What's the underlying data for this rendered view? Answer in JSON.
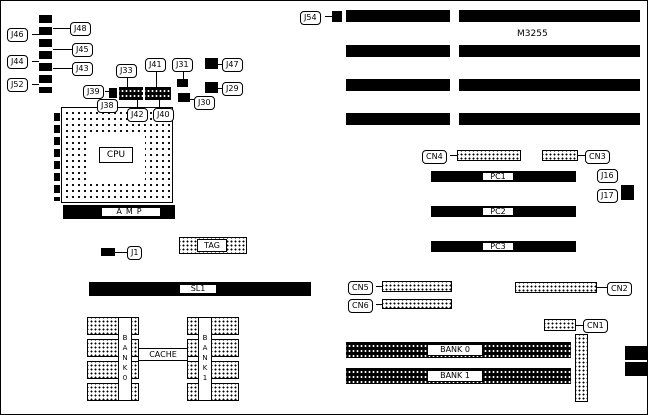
{
  "board": {
    "model": "M3255",
    "ink_color": "#000000",
    "background_color": "#ffffff"
  },
  "jumpers": {
    "j1": "J1",
    "j16": "J16",
    "j17": "J17",
    "j29": "J29",
    "j30": "J30",
    "j31": "J31",
    "j33": "J33",
    "j38": "J38",
    "j39": "J39",
    "j40": "J40",
    "j41": "J41",
    "j42": "J42",
    "j43": "J43",
    "j44": "J44",
    "j45": "J45",
    "j46": "J46",
    "j47": "J47",
    "j48": "J48",
    "j52": "J52",
    "j54": "J54"
  },
  "connectors": {
    "cn1": "CN1",
    "cn2": "CN2",
    "cn3": "CN3",
    "cn4": "CN4",
    "cn5": "CN5",
    "cn6": "CN6"
  },
  "slots": {
    "pc1": "PC1",
    "pc2": "PC2",
    "pc3": "PC3",
    "sl1": "SL1",
    "bank0": "BANK 0",
    "bank1": "BANK 1"
  },
  "components": {
    "cpu": "CPU",
    "amp": "AMP",
    "tag": "TAG",
    "cache": "CACHE",
    "cache_bank0": "BANK0",
    "cache_bank1": "BANK1"
  }
}
